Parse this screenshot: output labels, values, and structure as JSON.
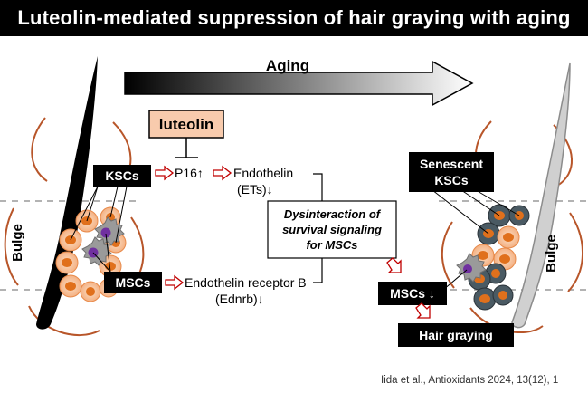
{
  "title": "Luteolin-mediated suppression of hair graying with aging",
  "aging_label": "Aging",
  "luteolin_label": "luteolin",
  "bulge_label": "Bulge",
  "ksc_label": "KSCs",
  "msc_label": "MSCs",
  "p16_label": "P16↑",
  "endothelin_line1": "Endothelin",
  "endothelin_line2": "(ETs)↓",
  "ednrb_line1": "Endothelin receptor B",
  "ednrb_line2": "(Ednrb)↓",
  "dysinteraction_line1": "Dysinteraction of",
  "dysinteraction_line2": "survival signaling",
  "dysinteraction_line3": "for MSCs",
  "senescent_line1": "Senescent",
  "senescent_line2": "KSCs",
  "msc_decrease_label": "MSCs ↓",
  "hair_graying_label": "Hair graying",
  "citation": "Iida et al., Antioxidants 2024, 13(12), 1",
  "colors": {
    "luteolin_fill": "#f8cbad",
    "cell_orange": "#f4b183",
    "cell_nucleus": "#e0701c",
    "msc_purple": "#7030a0",
    "arrow_red": "#c00000",
    "follicle_brown": "#b8562a",
    "senescent_cell": "#4a5a63"
  }
}
